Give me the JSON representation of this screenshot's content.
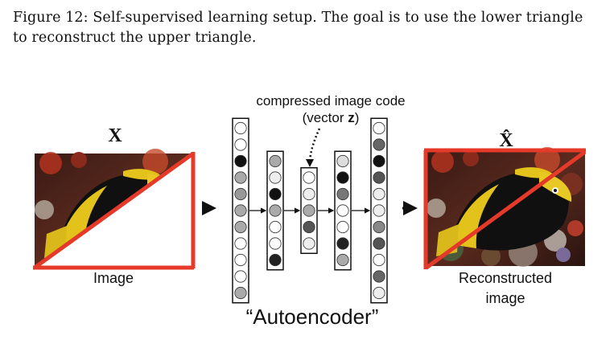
{
  "caption": {
    "line1": "Figure 12:  Self-supervised learning setup. The goal is to use the lower triangle",
    "line2": "to reconstruct the upper triangle."
  },
  "figure": {
    "code_label_line1": "compressed image code",
    "code_label_line2_prefix": "(vector ",
    "code_label_line2_bold": "z",
    "code_label_line2_suffix": ")",
    "input_symbol": "X",
    "output_symbol": "X̂",
    "input_caption": "Image",
    "output_caption_line1": "Reconstructed",
    "output_caption_line2": "image",
    "network_caption": "“Autoencoder”",
    "triangle_color": "#e53a2a",
    "layers": [
      [
        "#ffffff",
        "#ffffff",
        "#111111",
        "#aaaaaa",
        "#999999",
        "#aaaaaa",
        "#aaaaaa",
        "#ffffff",
        "#ffffff",
        "#ffffff",
        "#aaaaaa"
      ],
      [
        "#aaaaaa",
        "#eeeeee",
        "#111111",
        "#aaaaaa",
        "#ffffff",
        "#ffffff",
        "#222222"
      ],
      [
        "#ffffff",
        "#eeeeee",
        "#aaaaaa",
        "#555555",
        "#eeeeee"
      ],
      [
        "#dddddd",
        "#111111",
        "#777777",
        "#ffffff",
        "#ffffff",
        "#222222",
        "#aaaaaa"
      ],
      [
        "#ffffff",
        "#666666",
        "#111111",
        "#555555",
        "#eeeeee",
        "#eeeeee",
        "#888888",
        "#555555",
        "#ffffff",
        "#666666",
        "#eeeeee"
      ]
    ]
  }
}
